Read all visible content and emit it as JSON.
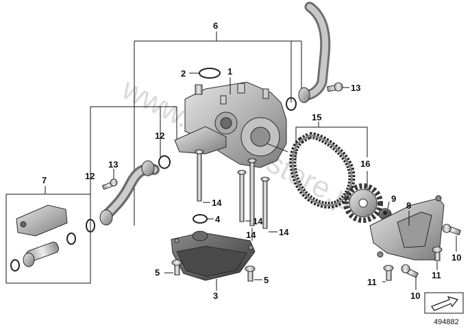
{
  "watermark": "www.e-bmwstore.pl",
  "reference_number": "494882",
  "callouts": {
    "c1": "1",
    "c2": "2",
    "c3": "3",
    "c4": "4",
    "c5a": "5",
    "c5b": "5",
    "c6": "6",
    "c7": "7",
    "c8": "8",
    "c9": "9",
    "c10a": "10",
    "c10b": "10",
    "c11a": "11",
    "c11b": "11",
    "c12a": "12",
    "c12b": "12",
    "c13a": "13",
    "c13b": "13",
    "c14a": "14",
    "c14b": "14",
    "c14c": "14",
    "c14d": "14",
    "c15": "15",
    "c16": "16"
  },
  "colors": {
    "metal": "#b8b8b8",
    "metal_dark": "#7d7d7d",
    "plastic": "#555555",
    "line": "#111111"
  }
}
